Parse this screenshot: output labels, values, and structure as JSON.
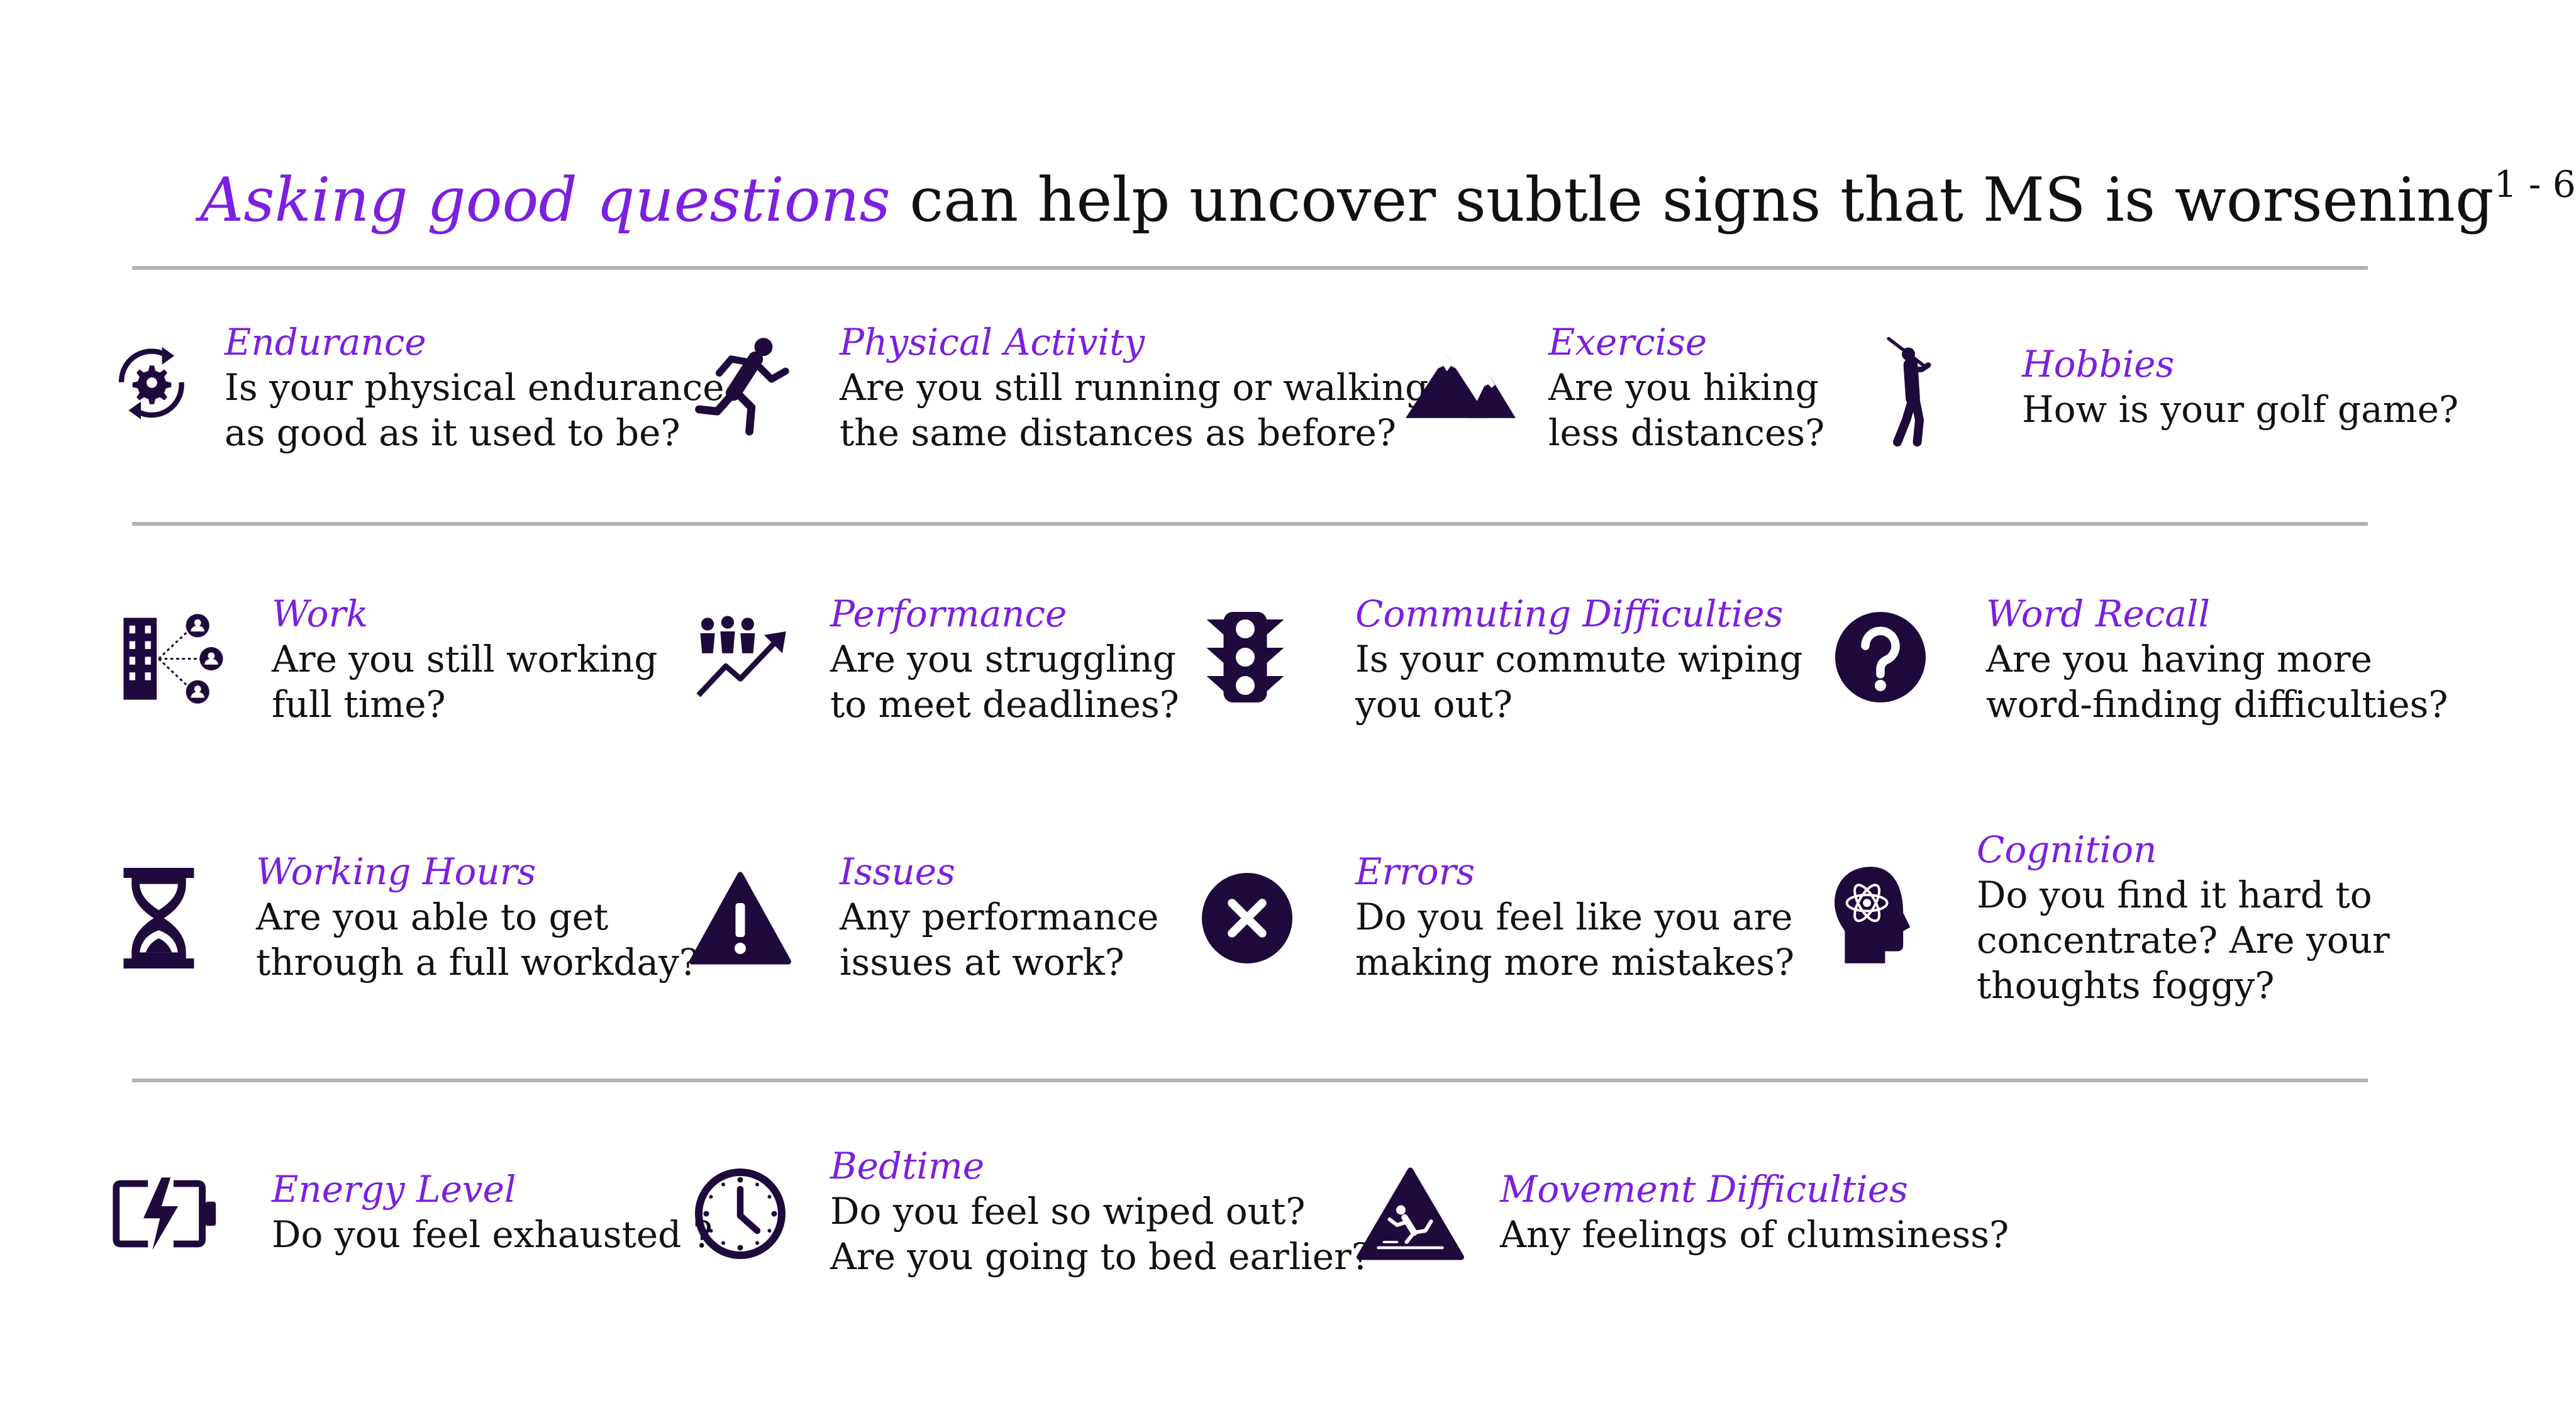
{
  "title": {
    "accent": "Asking good questions",
    "rest": " can help uncover subtle signs that MS is worsening",
    "superscript": "1 - 6"
  },
  "colors": {
    "accent": "#7b1fe0",
    "icon": "#1e0a3c",
    "text": "#111111",
    "rule": "#b3b3b3"
  },
  "items": [
    {
      "heading": "Endurance",
      "lines": [
        "Is your physical endurance",
        "as good as it used to be?"
      ],
      "icon": "gear-cycle-icon"
    },
    {
      "heading": "Physical Activity",
      "lines": [
        "Are you still running or walking",
        "the same distances as before?"
      ],
      "icon": "running-person-icon"
    },
    {
      "heading": "Exercise",
      "lines": [
        "Are you hiking",
        "less distances?"
      ],
      "icon": "mountain-icon"
    },
    {
      "heading": "Hobbies",
      "lines": [
        "How is your golf game?"
      ],
      "icon": "golfer-icon"
    },
    {
      "heading": "Work",
      "lines": [
        "Are you still working",
        "full time?"
      ],
      "icon": "office-network-icon"
    },
    {
      "heading": "Performance",
      "lines": [
        "Are you struggling",
        "to meet deadlines?"
      ],
      "icon": "team-growth-icon"
    },
    {
      "heading": "Commuting Difficulties",
      "lines": [
        "Is your commute wiping",
        "you out?"
      ],
      "icon": "traffic-light-icon"
    },
    {
      "heading": "Word Recall",
      "lines": [
        "Are you having more",
        "word-finding difficulties?"
      ],
      "icon": "question-mark-icon"
    },
    {
      "heading": "Working Hours",
      "lines": [
        "Are you able to get",
        "through a full workday?"
      ],
      "icon": "hourglass-icon"
    },
    {
      "heading": "Issues",
      "lines": [
        "Any performance",
        "issues at work?"
      ],
      "icon": "warning-icon"
    },
    {
      "heading": "Errors",
      "lines": [
        "Do you feel like you are",
        "making more mistakes?"
      ],
      "icon": "error-x-icon"
    },
    {
      "heading": "Cognition",
      "lines": [
        "Do you find it hard to",
        "concentrate? Are your",
        "thoughts foggy?"
      ],
      "icon": "head-atom-icon"
    },
    {
      "heading": "Energy Level",
      "lines": [
        "Do you feel exhausted ?"
      ],
      "icon": "low-battery-icon"
    },
    {
      "heading": "Bedtime",
      "lines": [
        "Do you feel so wiped out?",
        "Are you going to bed earlier?"
      ],
      "icon": "clock-icon"
    },
    {
      "heading": "Movement Difficulties",
      "lines": [
        "Any feelings of clumsiness?"
      ],
      "icon": "slip-hazard-icon"
    }
  ]
}
